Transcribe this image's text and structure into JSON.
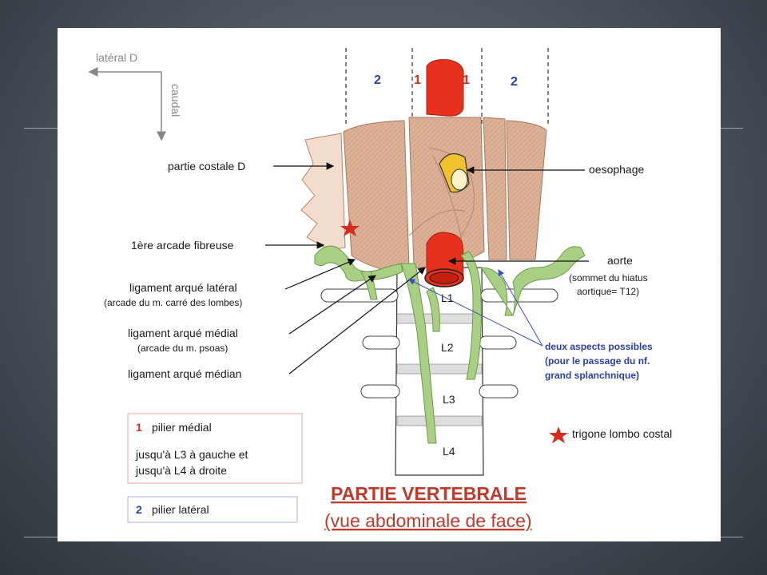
{
  "orientation": {
    "lateral": "latéral D",
    "caudal": "caudal"
  },
  "zone_numbers": {
    "left_lateral": "2",
    "left_medial": "1",
    "right_medial": "1",
    "right_lateral": "2"
  },
  "vertebrae": [
    "L1",
    "L2",
    "L3",
    "L4"
  ],
  "labels": {
    "partie_costale": "partie costale D",
    "arcade_fibreuse": "1ère arcade fibreuse",
    "lig_lateral": "ligament arqué latéral",
    "lig_lateral_sub": "(arcade du m. carré des lombes)",
    "lig_medial": "ligament arqué médial",
    "lig_medial_sub": "(arcade du m. psoas)",
    "lig_median": "ligament arqué médian",
    "oesophage": "oesophage",
    "aorte": "aorte",
    "aorte_sub1": "(sommet du hiatus",
    "aorte_sub2": "aortique= T12)",
    "deux_aspects_1": "deux aspects possibles",
    "deux_aspects_2": "(pour le passage du nf.",
    "deux_aspects_3": "grand splanchnique)",
    "trigone": "trigone lombo costal"
  },
  "legend": {
    "box1_num": "1",
    "box1_title": "pilier médial",
    "box1_line1": "jusqu'à L3 à gauche et",
    "box1_line2": "jusqu'à L4 à droite",
    "box2_num": "2",
    "box2_title": "pilier latéral"
  },
  "title": {
    "line1": "PARTIE VERTEBRALE",
    "line2": "(vue abdominale de face)"
  },
  "colors": {
    "muscle": "#dcb096",
    "muscle_dark": "#b98566",
    "aorta": "#e8311c",
    "esophagus": "#f2c22e",
    "ligament": "#a9cf84",
    "red_text": "#d62b1f",
    "blue_text": "#2a3fa8",
    "title_red": "#c0392b"
  }
}
